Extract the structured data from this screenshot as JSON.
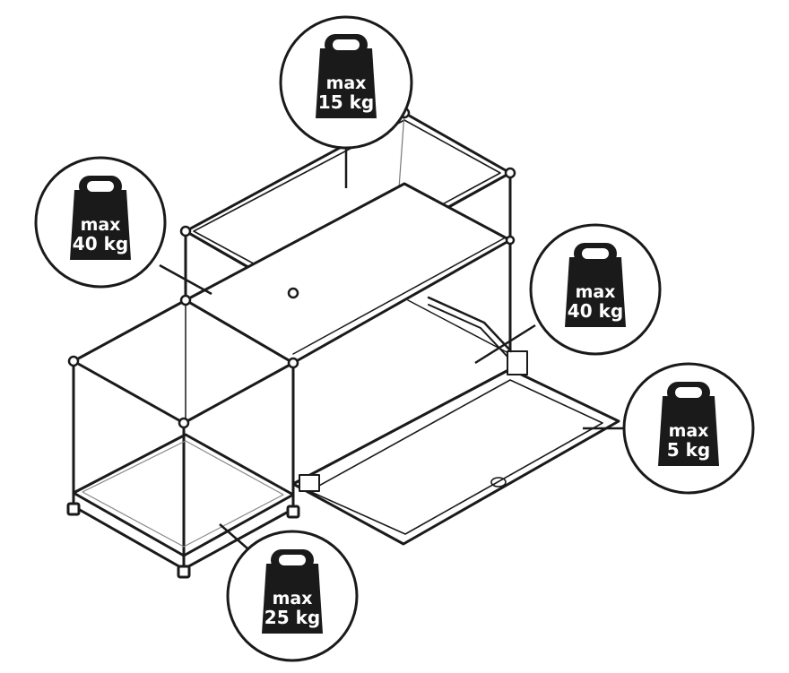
{
  "labels": {
    "top_shelf": {
      "line1": "max",
      "line2": "15 kg"
    },
    "rear_shelf": {
      "line1": "max",
      "line2": "40 kg"
    },
    "compartment": {
      "line1": "max",
      "line2": "40 kg"
    },
    "flap": {
      "line1": "max",
      "line2": "5 kg"
    },
    "bottom_shelf": {
      "line1": "max",
      "line2": "25 kg"
    }
  }
}
